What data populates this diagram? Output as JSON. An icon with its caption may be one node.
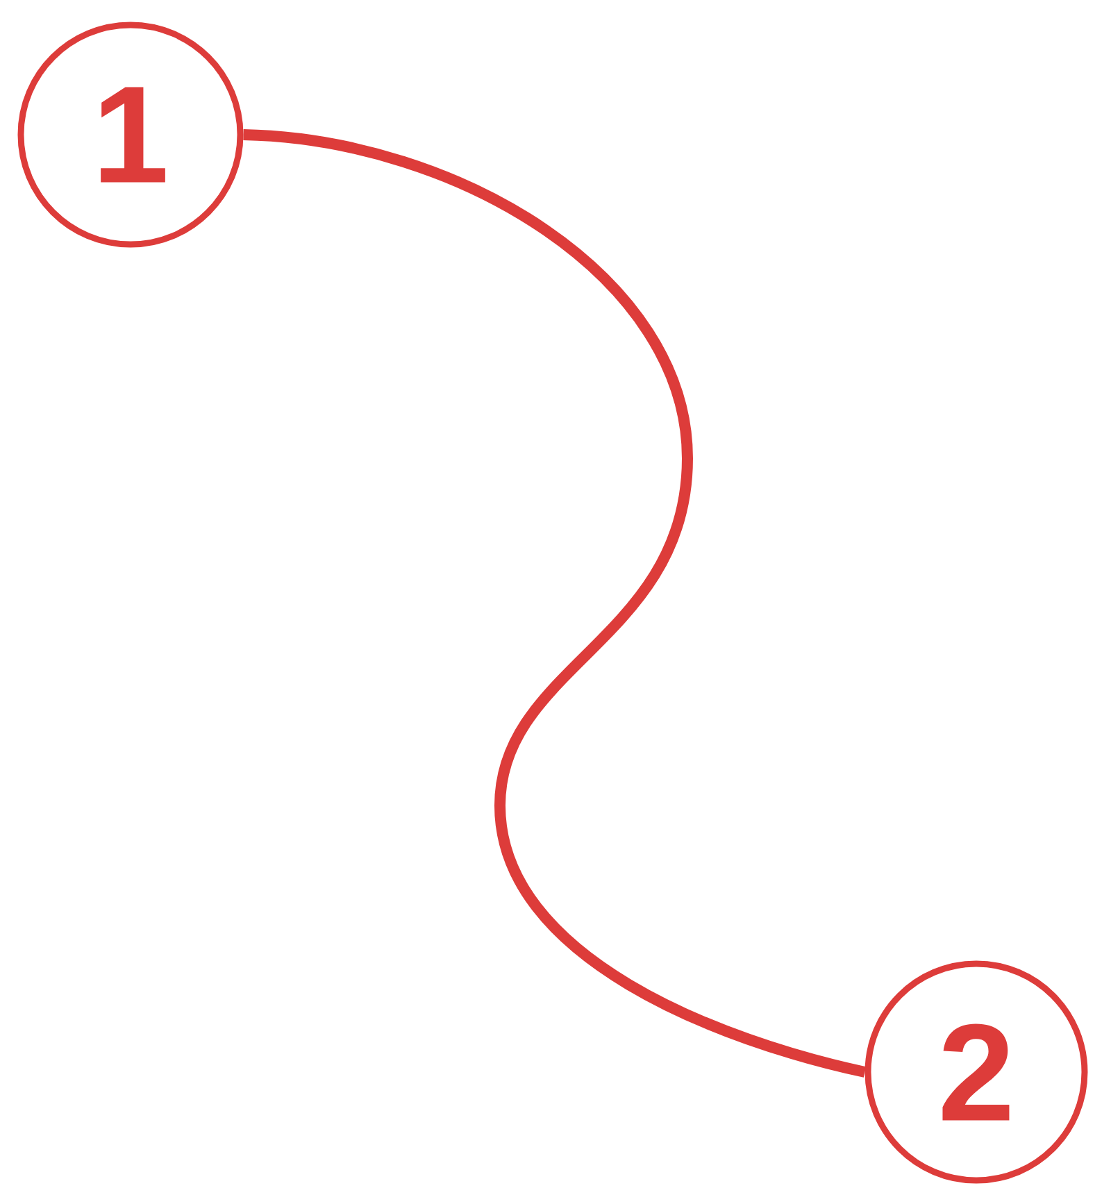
{
  "diagram": {
    "nodes": [
      {
        "text": [
          "1"
        ]
      },
      {
        "text": [
          "2"
        ]
      }
    ],
    "edges": [
      {
        "from": 0,
        "to": 1,
        "arrow": "none"
      }
    ]
  }
}
